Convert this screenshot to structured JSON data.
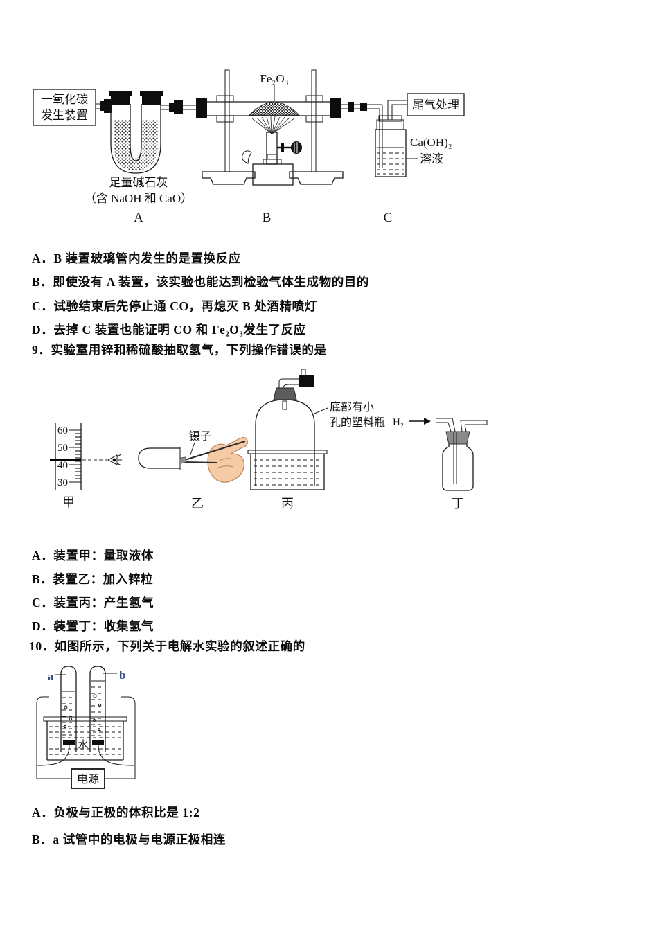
{
  "page": {
    "background": "#ffffff",
    "ink": "#0a0a0a",
    "accent_blue": "#2f4f80",
    "hand_color": "#f4cba4"
  },
  "q8": {
    "diagram": {
      "generator_box_line1": "一氧化碳",
      "generator_box_line2": "发生装置",
      "sodalime_line1": "足量碱石灰",
      "sodalime_line2": "（含 NaOH 和 CaO）",
      "fe2o3_label": "Fe₂O₃",
      "tailgas_label": "尾气处理",
      "solution_line1": "Ca(OH)₂",
      "solution_line2": "溶液",
      "label_a": "A",
      "label_b": "B",
      "label_c": "C"
    },
    "options": [
      "A．B 装置玻璃管内发生的是置换反应",
      "B．即使没有 A 装置，该实验也能达到检验气体生成物的目的",
      "C．试验结束后先停止通 CO，再熄灭 B 处酒精喷灯",
      "D．去掉 C 装置也能证明 CO 和 Fe₂O₃发生了反应"
    ]
  },
  "q9": {
    "stem": "9．实验室用锌和稀硫酸抽取氢气，下列操作错误的是",
    "diagram": {
      "tick_60": "60",
      "tick_50": "50",
      "tick_40": "40",
      "tick_30": "30",
      "tweezers_label": "镊子",
      "bottle_note_line1": "底部有小",
      "bottle_note_line2": "孔的塑料瓶",
      "h2_label": "H₂",
      "label_jia": "甲",
      "label_yi": "乙",
      "label_bing": "丙",
      "label_ding": "丁"
    },
    "options": [
      "A．装置甲：量取液体",
      "B．装置乙：加入锌粒",
      "C．装置丙：产生氢气",
      "D．装置丁：收集氢气"
    ]
  },
  "q10": {
    "stem": "10．如图所示，下列关于电解水实验的叙述正确的",
    "diagram": {
      "tube_a_label": "a",
      "tube_b_label": "b",
      "water_label": "水",
      "power_label": "电源"
    },
    "options": [
      "A．负极与正极的体积比是 1:2",
      "B．a 试管中的电极与电源正极相连"
    ]
  }
}
